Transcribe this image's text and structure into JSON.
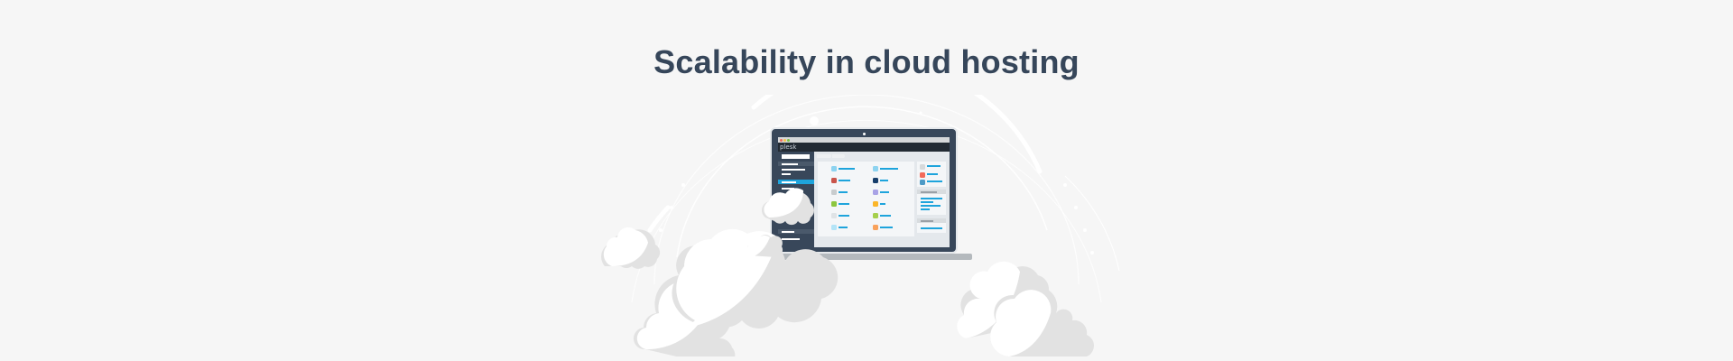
{
  "header": {
    "title": "Scalability in cloud hosting"
  },
  "illustration": {
    "description": "Laptop showing Plesk control panel surrounded by clouds",
    "laptop_screen": {
      "logo_text": "plesk",
      "window_dots": [
        "#f26b5b",
        "#f7c045",
        "#7cc144"
      ],
      "sidebar_active_color": "#1ea4dc",
      "tile_colors_col1": [
        "#8dd3f0",
        "#c9544b",
        "#c8ccce",
        "#8cc63f",
        "#dfe3e6",
        "#b3e4f7"
      ],
      "tile_colors_col2": [
        "#8dd3f0",
        "#163e6b",
        "#a8a2e6",
        "#fbb629",
        "#a5cf4c",
        "#f9a25c"
      ],
      "side_tile_colors": [
        "#d6d9db",
        "#f26b5b",
        "#4d9ac6"
      ]
    },
    "colors": {
      "background": "#f6f6f6",
      "title": "#36465a",
      "laptop_frame": "#38475a",
      "cloud_light": "#ffffff",
      "cloud_shadow": "#e2e2e2",
      "accent_line": "#1ea4dc"
    }
  }
}
